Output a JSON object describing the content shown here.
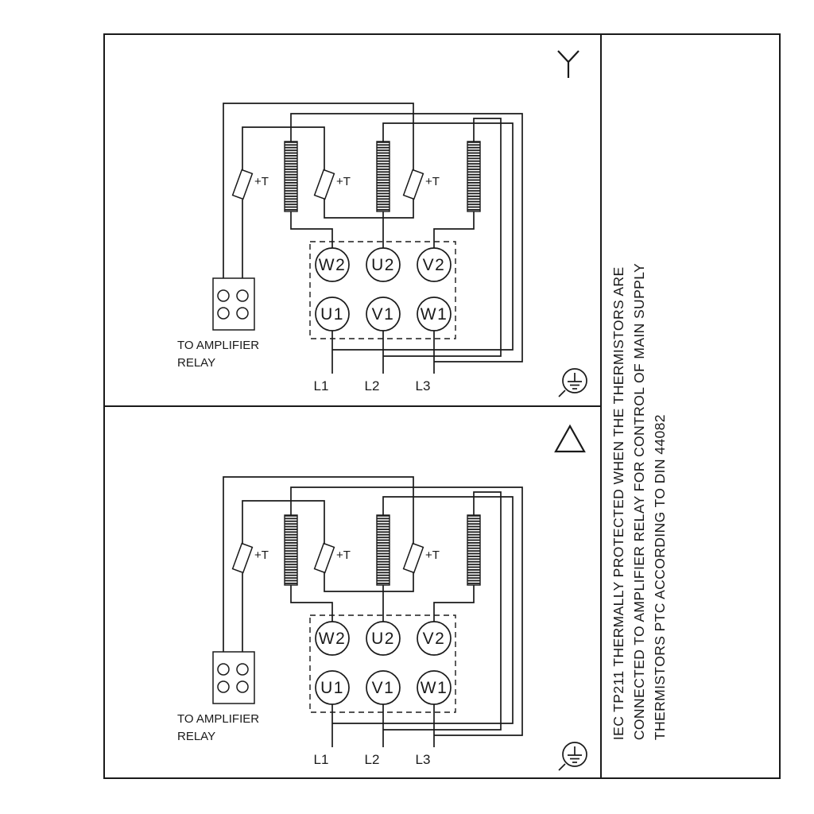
{
  "colors": {
    "ink": "#1a1a1a",
    "paper": "#ffffff"
  },
  "panels": [
    {
      "id": "star",
      "connection": "star",
      "thermistor_label": "+T",
      "terminals_top": [
        "W2",
        "U2",
        "V2"
      ],
      "terminals_bottom": [
        "U1",
        "V1",
        "W1"
      ],
      "supply_labels": [
        "L1",
        "L2",
        "L3"
      ],
      "relay_label": [
        "TO AMPLIFIER",
        "RELAY"
      ]
    },
    {
      "id": "delta",
      "connection": "delta",
      "thermistor_label": "+T",
      "terminals_top": [
        "W2",
        "U2",
        "V2"
      ],
      "terminals_bottom": [
        "U1",
        "V1",
        "W1"
      ],
      "supply_labels": [
        "L1",
        "L2",
        "L3"
      ],
      "relay_label": [
        "TO AMPLIFIER",
        "RELAY"
      ]
    }
  ],
  "side_note": {
    "lines": [
      "IEC TP211 THERMALLY PROTECTED WHEN THE THERMISTORS ARE",
      "CONNECTED TO AMPLIFIER RELAY FOR CONTROL OF MAIN SUPPLY",
      "THERMISTORS PTC ACCORDING TO DIN 44082"
    ]
  }
}
